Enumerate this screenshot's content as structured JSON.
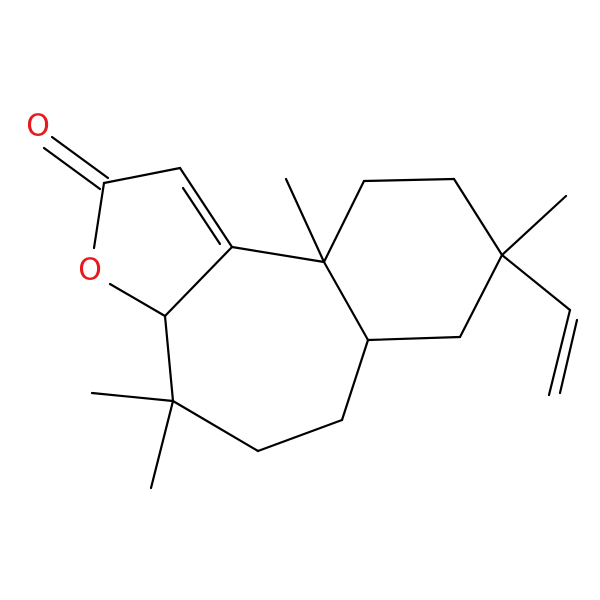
{
  "molecule": {
    "atom_labels": [
      {
        "id": "o-carbonyl",
        "text": "O",
        "color": "#e8191c"
      },
      {
        "id": "o-ring",
        "text": "O",
        "color": "#e8191c"
      }
    ]
  },
  "colors": {
    "bond": "#000000",
    "oxygen": "#e8191c",
    "background": "#ffffff"
  }
}
